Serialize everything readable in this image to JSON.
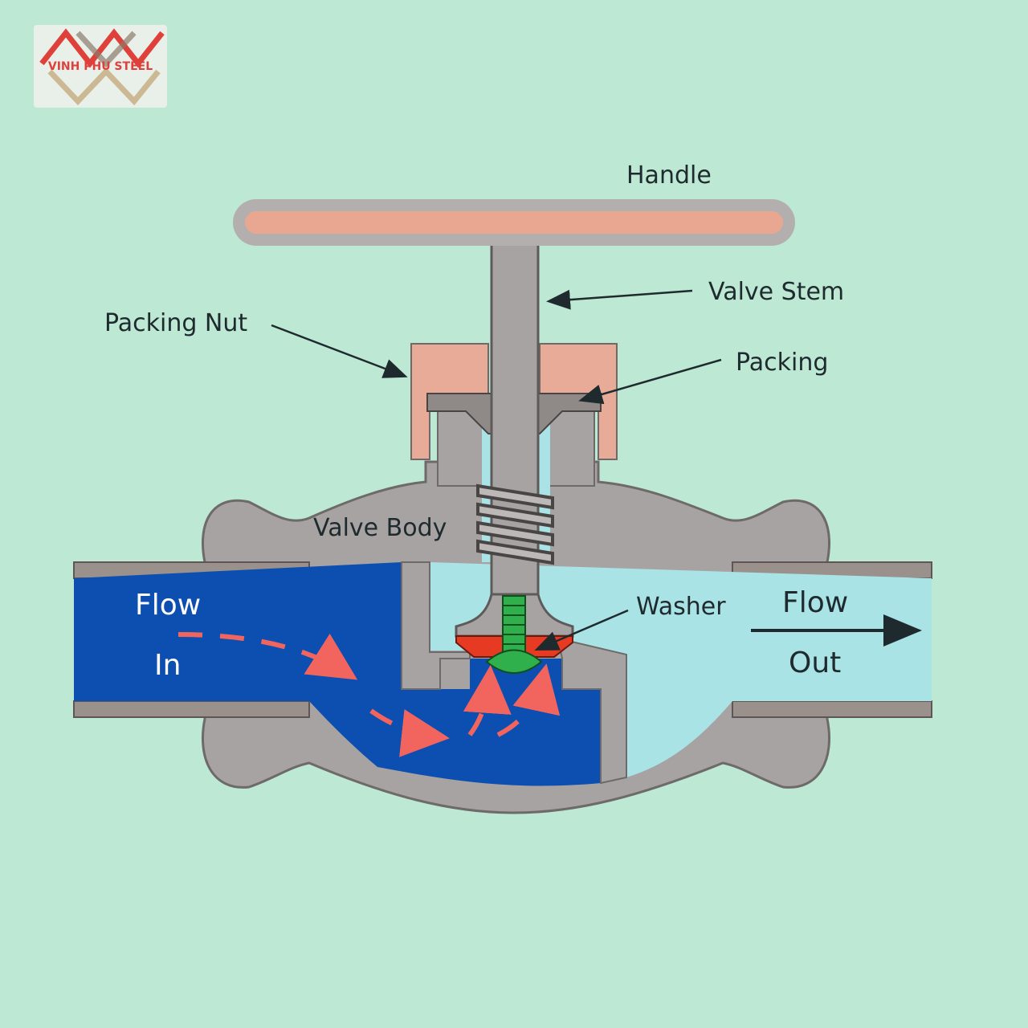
{
  "logo": {
    "text": "VINH PHU STEEL"
  },
  "labels": {
    "handle": "Handle",
    "valve_stem": "Valve Stem",
    "packing_nut": "Packing Nut",
    "packing": "Packing",
    "valve_body": "Valve Body",
    "washer": "Washer",
    "flow_in_top": "Flow",
    "flow_in_bottom": "In",
    "flow_out_top": "Flow",
    "flow_out_bottom": "Out"
  },
  "colors": {
    "background": "#bde8d4",
    "body_metal": "#a7a3a3",
    "pipe_wall": "#9b918c",
    "inlet_water": "#0d4fb0",
    "outlet_water": "#a9e3e6",
    "handle": "#e9a792",
    "packing_nut": "#e8ab98",
    "washer": "#e63a22",
    "screw": "#2fb04c",
    "flow_arrow": "#f2655f"
  }
}
